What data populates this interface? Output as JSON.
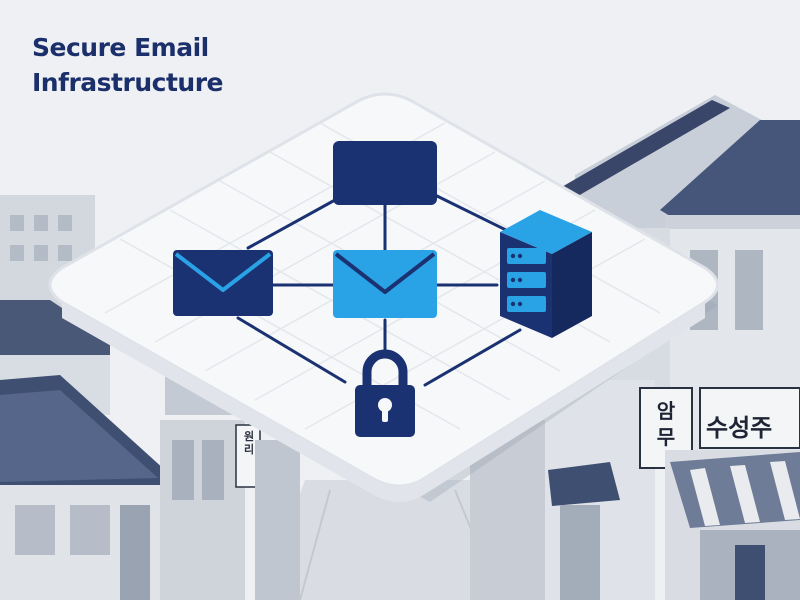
{
  "title": {
    "line1": "Secure Email",
    "line2": "Infrastructure"
  },
  "signs": {
    "shop": "수성주",
    "vertical": [
      "암",
      "무"
    ],
    "small_vertical": [
      "원",
      "리"
    ]
  },
  "colors": {
    "navy": "#1b3272",
    "sky": "#2aa3e6",
    "title": "#1b2f6b",
    "platform": "#f7f8fa",
    "line": "#1b3272",
    "building_light": "#dde1e7",
    "building_mid": "#b9c0cb",
    "roof": "#3f4f72"
  },
  "icons": {
    "top_node": "rectangle-node-icon",
    "left_node": "envelope-icon",
    "center_node": "envelope-icon",
    "right_node": "server-rack-icon",
    "bottom_node": "padlock-icon"
  }
}
